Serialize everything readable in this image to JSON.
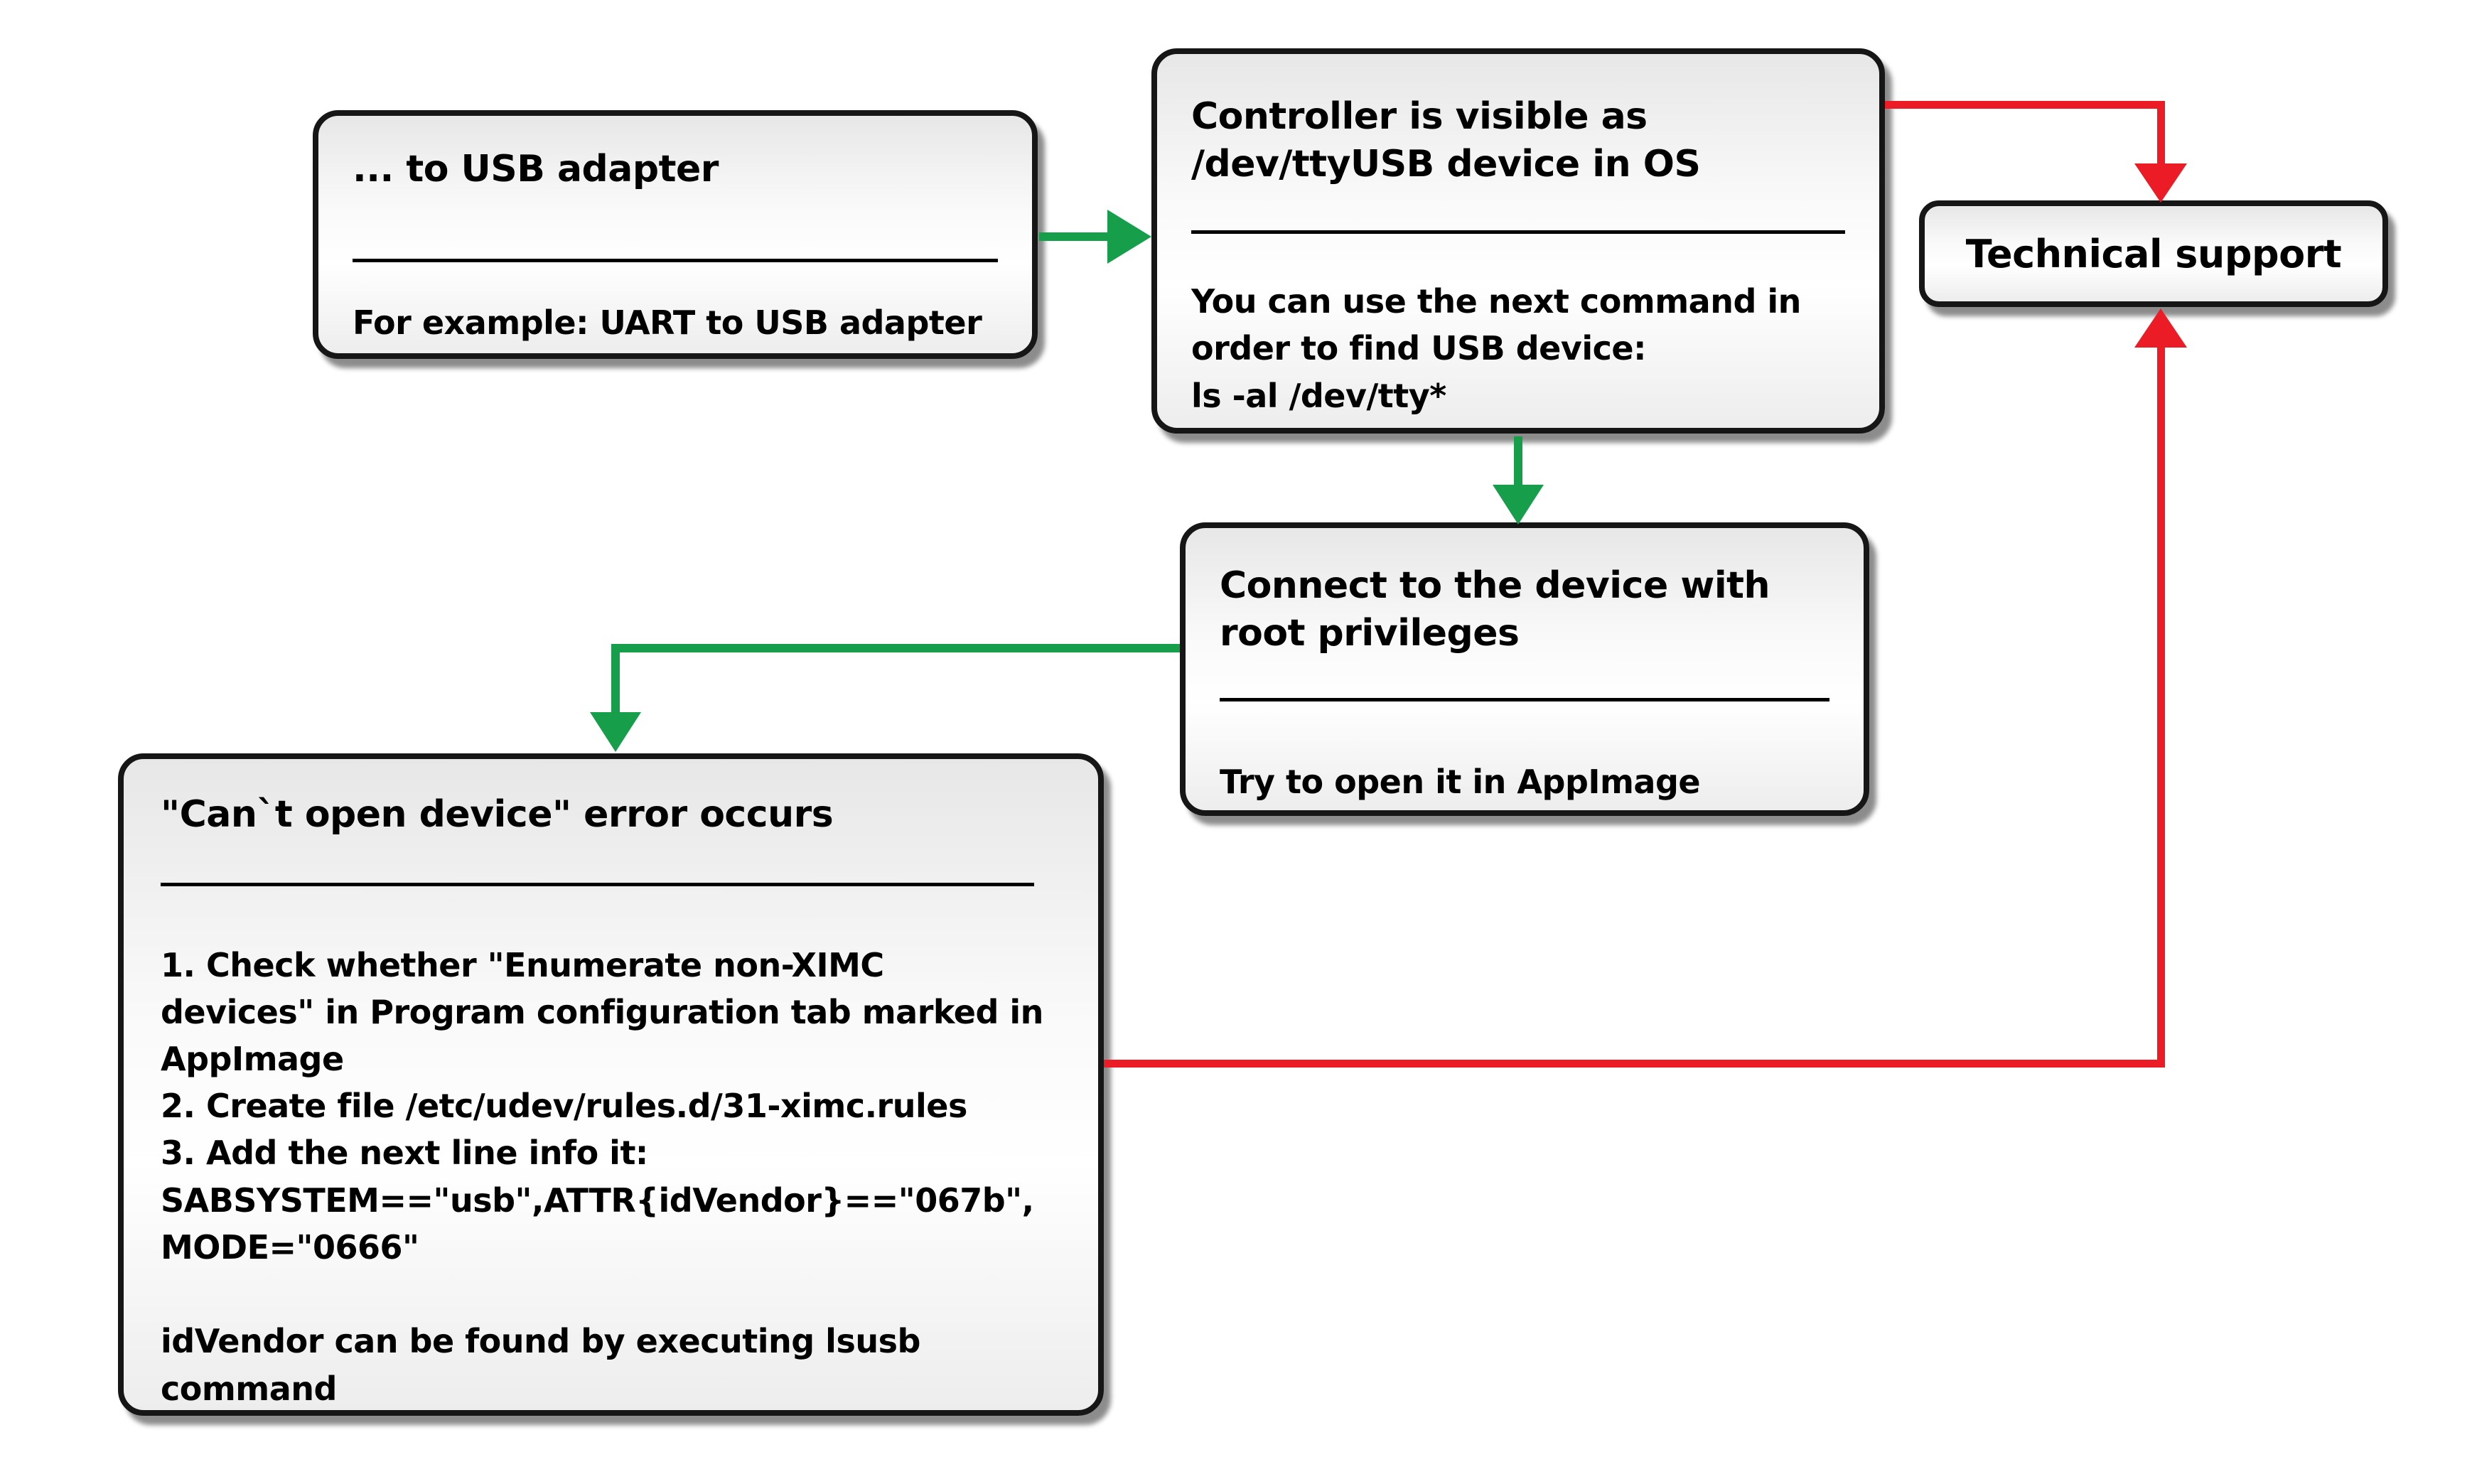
{
  "diagram": {
    "background": "#ffffff",
    "colors": {
      "success_green": "#169e4b",
      "failure_red": "#ec1c26",
      "box_border": "#161616",
      "text": "#000000"
    },
    "boxes": {
      "usb_adapter": {
        "title": "... to USB adapter",
        "body": "For example: UART to USB adapter"
      },
      "controller_visible": {
        "title": "Controller is visible as\n/dev/ttyUSB device in OS",
        "body": "You can use the next command in\norder to find USB device:\nls -al /dev/tty*"
      },
      "technical_support": {
        "title": "Technical support"
      },
      "connect_root": {
        "title": "Connect to the device with\nroot privileges",
        "body": "Try to open it in AppImage"
      },
      "cant_open_device": {
        "title": "\"Can`t open device\" error occurs",
        "body": "1. Check whether \"Enumerate non-XIMC\ndevices\" in Program configuration tab marked in\nAppImage\n2. Create file /etc/udev/rules.d/31-ximc.rules\n3. Add the next line info it:\nSABSYSTEM==\"usb\",ATTR{idVendor}==\"067b\",\nMODE=\"0666\"\n\nidVendor can be found by executing lsusb\ncommand"
      }
    }
  }
}
